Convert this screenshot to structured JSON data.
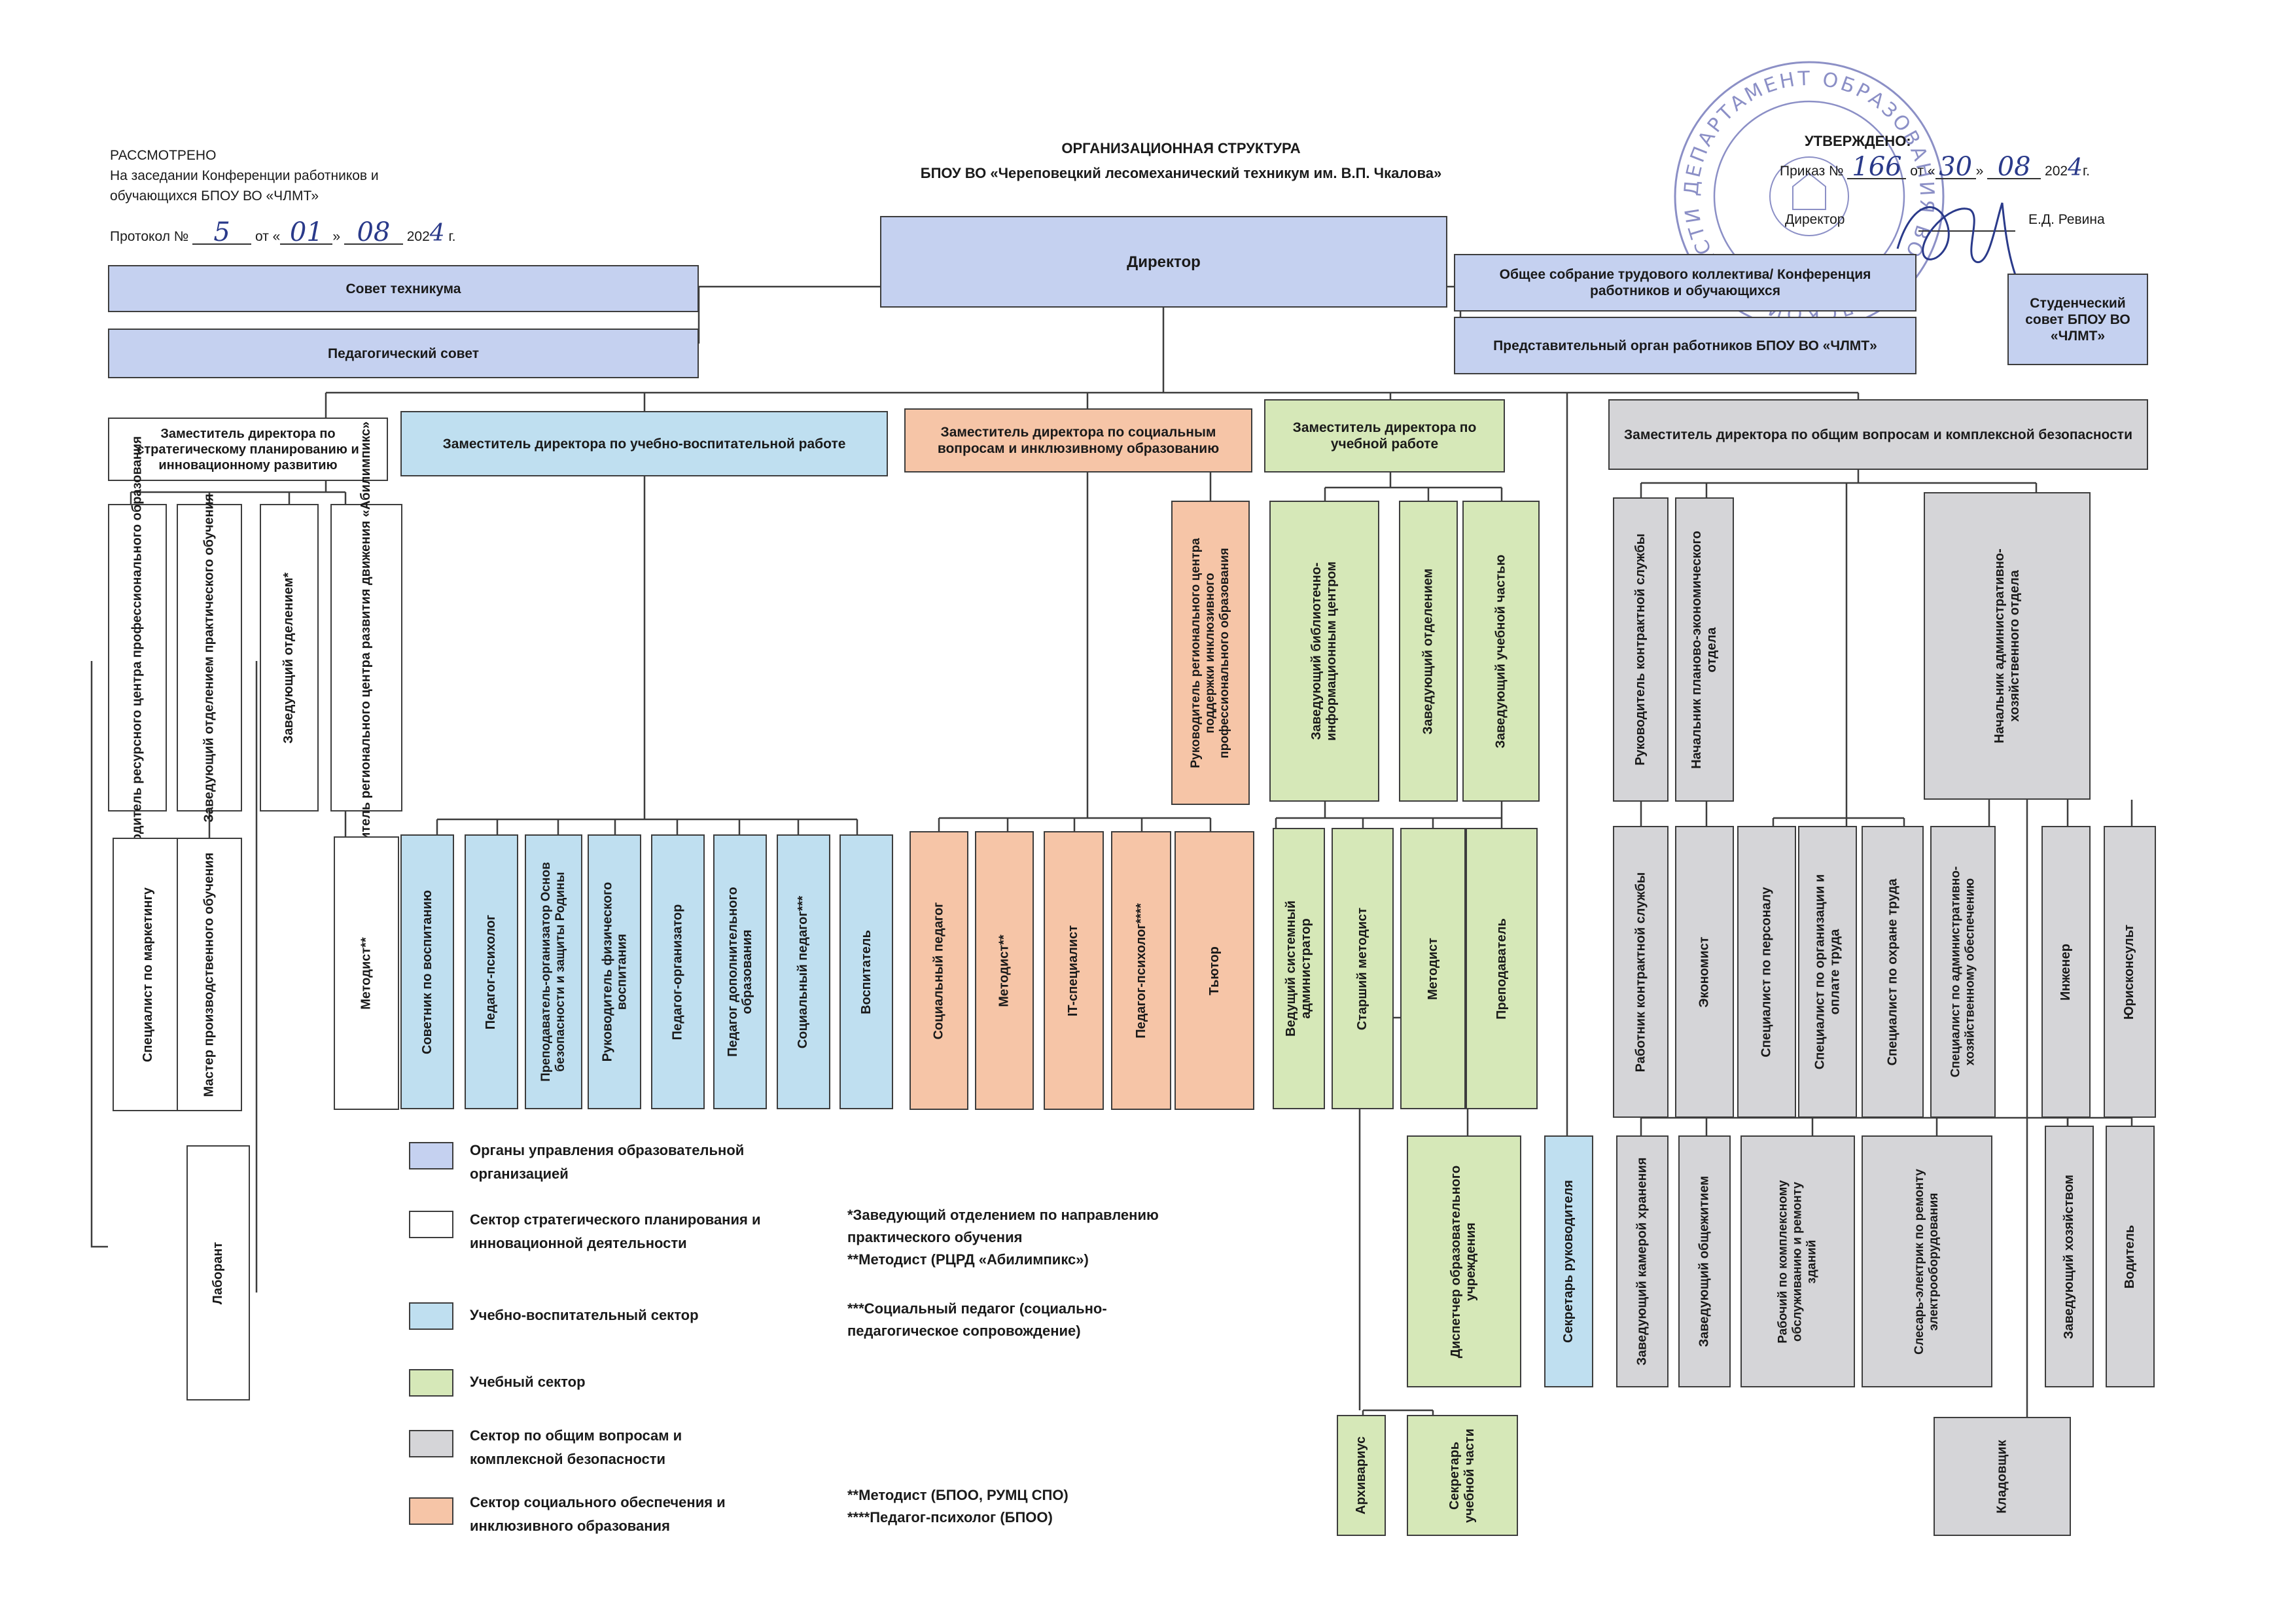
{
  "header": {
    "left": {
      "title": "РАССМОТРЕНО",
      "line1": "На заседании Конференции работников и",
      "line2": "обучающихся БПОУ ВО «ЧЛМТ»",
      "protocol_prefix": "Протокол №",
      "protocol_no": "5",
      "date_from": "от «",
      "day": "01",
      "month": "08",
      "year_prefix": "202",
      "year_digit": "4",
      "suffix": "г."
    },
    "center": {
      "line1": "ОРГАНИЗАЦИОННАЯ СТРУКТУРА",
      "line2": "БПОУ ВО «Череповецкий лесомеханический техникум им. В.П. Чкалова»"
    },
    "right": {
      "title": "УТВЕРЖДЕНО:",
      "order_prefix": "Приказ №",
      "order_no": "166",
      "date_from": "от «",
      "day": "30",
      "month": "08",
      "year_prefix": "202",
      "year_digit": "4",
      "suffix": "г.",
      "role": "Директор",
      "name": "Е.Д. Ревина"
    }
  },
  "boxes": {
    "director": "Директор",
    "council": "Совет техникума",
    "ped_council": "Педагогический совет",
    "general_meeting": "Общее собрание трудового коллектива/ Конференция работников и обучающихся",
    "rep_body": "Представительный орган работников БПОУ ВО «ЧЛМТ»",
    "student_council": "Студенческий совет БПОУ ВО «ЧЛМТ»",
    "dep_strategy": "Заместитель директора по стратегическому планированию и инновационному развитию",
    "dep_edu": "Заместитель директора по учебно-воспитательной работе",
    "dep_social": "Заместитель директора по социальным вопросам и инклюзивному образованию",
    "dep_study": "Заместитель директора по учебной работе",
    "dep_general": "Заместитель директора по общим вопросам и комплексной безопасности"
  },
  "strategy": {
    "row1": [
      "Руководитель ресурсного центра профессионального образования",
      "Заведующий отделением практического обучения",
      "Заведующий отделением*",
      "Руководитель регионального центра развития движения «Абилимпикс»"
    ],
    "row2": [
      "Специалист по маркетингу",
      "Мастер производственного обучения",
      "Методист**"
    ],
    "row3": [
      "Лаборант"
    ]
  },
  "edu_staff": [
    "Советник по воспитанию",
    "Педагог-психолог",
    "Преподаватель-организатор Основ безопасности и защиты Родины",
    "Руководитель физического воспитания",
    "Педагог-организатор",
    "Педагог дополнительного образования",
    "Социальный педагог***",
    "Воспитатель"
  ],
  "social": {
    "head": "Руководитель регионального центра поддержки инклюзивного профессионального образования",
    "staff": [
      "Социальный педагог",
      "Методист**",
      "IT-специалист",
      "Педагог-психолог****",
      "Тьютор"
    ]
  },
  "study": {
    "heads": [
      "Заведующий библиотечно-информационным центром",
      "Заведующий отделением",
      "Заведующий учебной частью"
    ],
    "staff": [
      "Ведущий системный администратор",
      "Старший методист",
      "Методист",
      "Преподаватель"
    ],
    "dispatcher": "Диспетчер образовательного учреждения",
    "bottom": [
      "Архивариус",
      "Секретарь учебной части"
    ]
  },
  "general": {
    "secretary": "Секретарь руководителя",
    "heads": [
      "Руководитель контрактной службы",
      "Начальник планово-экономического отдела",
      "Начальник административно-хозяйственного отдела"
    ],
    "staff": [
      "Работник контрактной службы",
      "Экономист",
      "Специалист по персоналу",
      "Специалист по организации и оплате труда",
      "Специалист по охране труда",
      "Специалист по административно-хозяйственному обеспечению",
      "Инженер",
      "Юрисконсульт"
    ],
    "bottom": [
      "Заведующий камерой хранения",
      "Заведующий общежитием",
      "Рабочий по комплексному обслуживанию и ремонту зданий",
      "Слесарь-электрик по ремонту электрооборудования",
      "Заведующий хозяйством",
      "Водитель"
    ],
    "storekeeper": "Кладовщик"
  },
  "legend": [
    {
      "label": "Органы управления образовательной организацией",
      "color": "#c5d1f0"
    },
    {
      "label": "Сектор стратегического планирования и инновационной деятельности",
      "color": "#ffffff"
    },
    {
      "label": "Учебно-воспитательный сектор",
      "color": "#bfdff0"
    },
    {
      "label": "Учебный сектор",
      "color": "#d6e8b8"
    },
    {
      "label": "Сектор по общим вопросам и комплексной безопасности",
      "color": "#d5d5d8"
    },
    {
      "label": "Сектор социального обеспечения и инклюзивного образования",
      "color": "#f6c5a7"
    }
  ],
  "notes": {
    "n1a": "*Заведующий отделением по направлению",
    "n1b": "практического обучения",
    "n2": "**Методист (РЦРД «Абилимпикс»)",
    "n3a": "***Социальный педагог (социально-",
    "n3b": "педагогическое сопровождение)",
    "n4": "**Методист (БПОО, РУМЦ СПО)",
    "n5": "****Педагог-психолог (БПОО)"
  },
  "stamp": {
    "ring_text": "ДЕПАРТАМЕНТ ОБРАЗОВАНИЯ ВОЛОГОДСКОЙ ОБЛАСТИ"
  },
  "colors": {
    "governance": "#c5d1f0",
    "strategy": "#ffffff",
    "educational": "#bfdff0",
    "study": "#d6e8b8",
    "general": "#d5d5d8",
    "social": "#f6c5a7",
    "stamp": "#6f74b8"
  }
}
